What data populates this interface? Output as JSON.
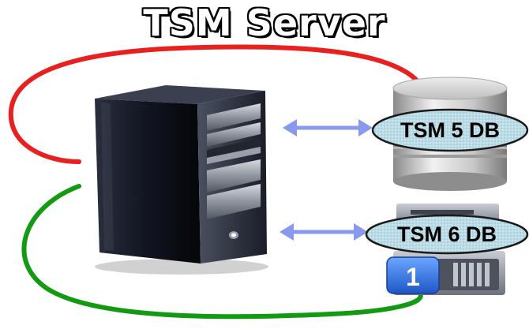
{
  "diagram": {
    "title": "TSM Server",
    "databases": [
      {
        "label": "TSM 5 DB",
        "connection_color": "#e82020"
      },
      {
        "label": "TSM 6 DB",
        "connection_color": "#139a13"
      }
    ],
    "badge": "1",
    "colors": {
      "arrow": "#8899ee",
      "ellipse_fill": "#b9dbe5",
      "server_body": "#1e2230"
    }
  }
}
